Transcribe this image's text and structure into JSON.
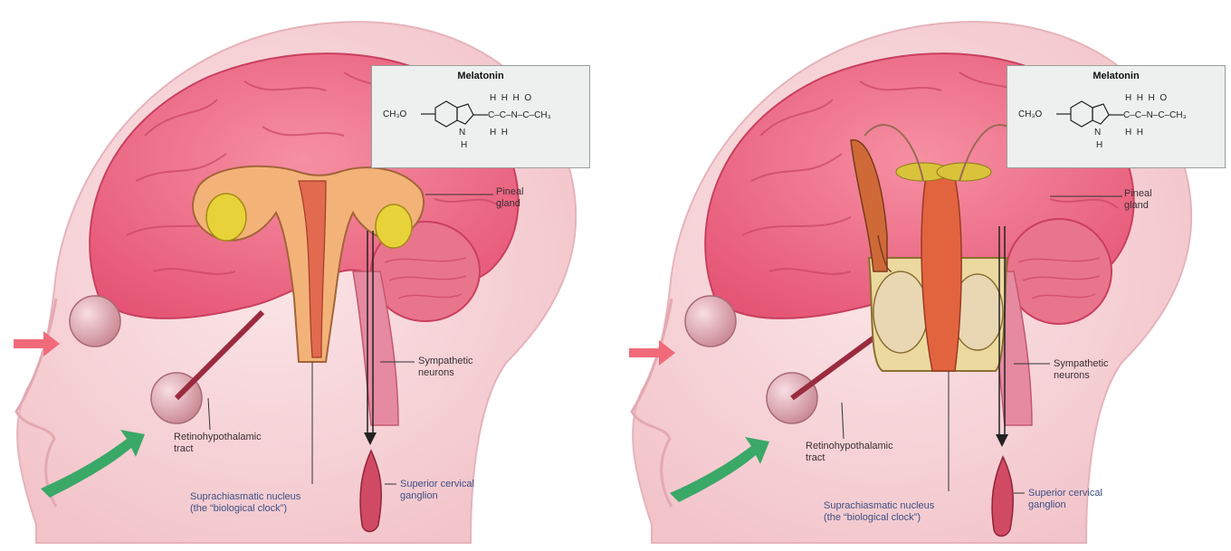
{
  "panels": [
    {
      "id": "female",
      "organ": "female-reproductive",
      "structure_box": {
        "title": "Melatonin",
        "substituent": "CH₃O",
        "chain_top": "H  H  H  O",
        "chain_mid": "C–C–N–C–CH₃",
        "chain_bottom": "H  H",
        "ring_nh": "N",
        "ring_h": "H"
      },
      "labels": {
        "pineal_gland": "Pineal\ngland",
        "sympathetic_neurons": "Sympathetic\nneurons",
        "retinohypothalamic_tract": "Retinohypothalamic\ntract",
        "suprachiasmatic_nucleus": "Suprachiasmatic nucleus\n(the “biological clock”)",
        "superior_cervical_ganglion": "Superior cervical\nganglion"
      }
    },
    {
      "id": "male",
      "organ": "male-reproductive",
      "structure_box": {
        "title": "Melatonin",
        "substituent": "CH₃O",
        "chain_top": "H  H  H  O",
        "chain_mid": "C–C–N–C–CH₃",
        "chain_bottom": "H  H",
        "ring_nh": "N",
        "ring_h": "H"
      },
      "labels": {
        "pineal_gland": "Pineal\ngland",
        "sympathetic_neurons": "Sympathetic\nneurons",
        "retinohypothalamic_tract": "Retinohypothalamic\ntract",
        "suprachiasmatic_nucleus": "Suprachiasmatic nucleus\n(the “biological clock”)",
        "superior_cervical_ganglion": "Superior cervical\nganglion"
      }
    }
  ],
  "colors": {
    "skin": "#f6d3d6",
    "brain": "#ef6f86",
    "brain_dark": "#cf3f5e",
    "light_arrow": "#f06a7a",
    "green_arrow": "#3aa867",
    "ovary": "#e8cf3a",
    "uterus": "#f0a06c"
  }
}
